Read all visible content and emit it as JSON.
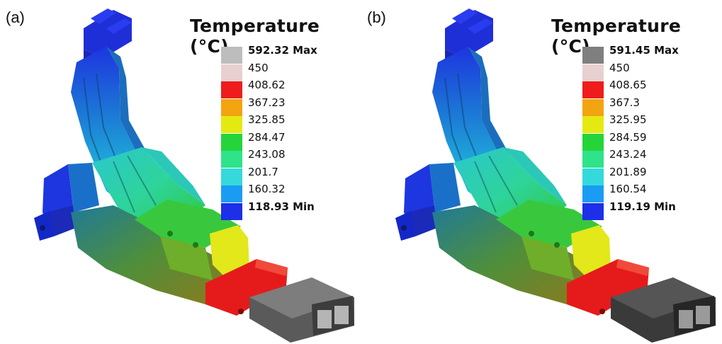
{
  "panels": [
    {
      "label": "(a)",
      "legend_title": "Temperature (°C)",
      "legend": [
        {
          "label": "592.32 Max",
          "color": "#bdbdbd",
          "bold": true
        },
        {
          "label": "450",
          "color": "#e8d0d0",
          "bold": false
        },
        {
          "label": "408.62",
          "color": "#ee1c1c",
          "bold": false
        },
        {
          "label": "367.23",
          "color": "#f2a411",
          "bold": false
        },
        {
          "label": "325.85",
          "color": "#e4ea11",
          "bold": false
        },
        {
          "label": "284.47",
          "color": "#25d43a",
          "bold": false
        },
        {
          "label": "243.08",
          "color": "#2ee38a",
          "bold": false
        },
        {
          "label": "201.7",
          "color": "#35d9dc",
          "bold": false
        },
        {
          "label": "160.32",
          "color": "#1b9cf3",
          "bold": false
        },
        {
          "label": "118.93 Min",
          "color": "#1d2fe8",
          "bold": true
        }
      ]
    },
    {
      "label": "(b)",
      "legend_title": "Temperature (°C)",
      "legend": [
        {
          "label": "591.45 Max",
          "color": "#7f7f7f",
          "bold": true
        },
        {
          "label": "450",
          "color": "#e8d0d0",
          "bold": false
        },
        {
          "label": "408.65",
          "color": "#ee1c1c",
          "bold": false
        },
        {
          "label": "367.3",
          "color": "#f2a411",
          "bold": false
        },
        {
          "label": "325.95",
          "color": "#e4ea11",
          "bold": false
        },
        {
          "label": "284.59",
          "color": "#25d43a",
          "bold": false
        },
        {
          "label": "243.24",
          "color": "#2ee38a",
          "bold": false
        },
        {
          "label": "201.89",
          "color": "#35d9dc",
          "bold": false
        },
        {
          "label": "160.54",
          "color": "#1b9cf3",
          "bold": false
        },
        {
          "label": "119.19 Min",
          "color": "#1d2fe8",
          "bold": true
        }
      ]
    }
  ]
}
